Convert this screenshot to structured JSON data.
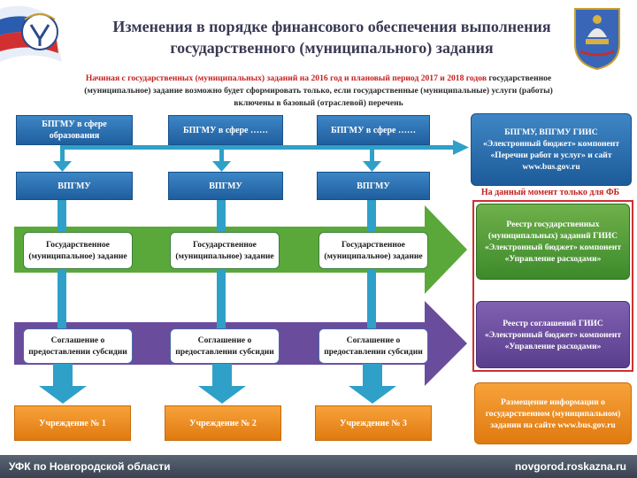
{
  "header": {
    "title_line1": "Изменения в порядке финансового обеспечения выполнения",
    "title_line2": "государственного (муниципального) задания"
  },
  "subtitle": {
    "line1_red": "Начиная с государственных (муниципальных) заданий на 2016 год и плановый период 2017 и 2018 годов",
    "line1_rest": " государственное",
    "line2": "(муниципальное) задание возможно будет сформировать только, если государственные (муниципальные) услуги (работы)",
    "line3": "включены в базовый (отраслевой) перечень"
  },
  "columns": [
    {
      "bpgmu": "БПГМУ в сфере образования",
      "vpgmu": "ВПГМУ",
      "task": "Государственное (муниципальное) задание",
      "agreement": "Соглашение о предоставлении субсидии",
      "institution": "Учреждение № 1"
    },
    {
      "bpgmu": "БПГМУ в сфере ……",
      "vpgmu": "ВПГМУ",
      "task": "Государственное (муниципальное) задание",
      "agreement": "Соглашение о предоставлении субсидии",
      "institution": "Учреждение № 2"
    },
    {
      "bpgmu": "БПГМУ в сфере ……",
      "vpgmu": "ВПГМУ",
      "task": "Государственное (муниципальное) задание",
      "agreement": "Соглашение о предоставлении субсидии",
      "institution": "Учреждение № 3"
    }
  ],
  "right": {
    "box1": "БПГМУ, ВПГМУ ГИИС «Электронный бюджет» компонент «Перечни работ и услуг» и сайт www.bus.gov.ru",
    "note": "На данный момент только для ФБ",
    "box2": "Реестр государственных (муниципальных) заданий ГИИС «Электронный бюджет» компонент «Управление расходами»",
    "box3": "Реестр соглашений ГИИС «Электронный бюджет» компонент «Управление расходами»",
    "box4": "Размещение информации о государственном (муниципальном) задании на сайте www.bus.gov.ru"
  },
  "footer": {
    "left": "УФК по Новгородской области",
    "right": "novgorod.roskazna.ru"
  },
  "colors": {
    "blue": "#2b6fb2",
    "green": "#5aa83a",
    "purple": "#6a4c9c",
    "orange": "#f29421",
    "teal": "#2fa0c8"
  }
}
